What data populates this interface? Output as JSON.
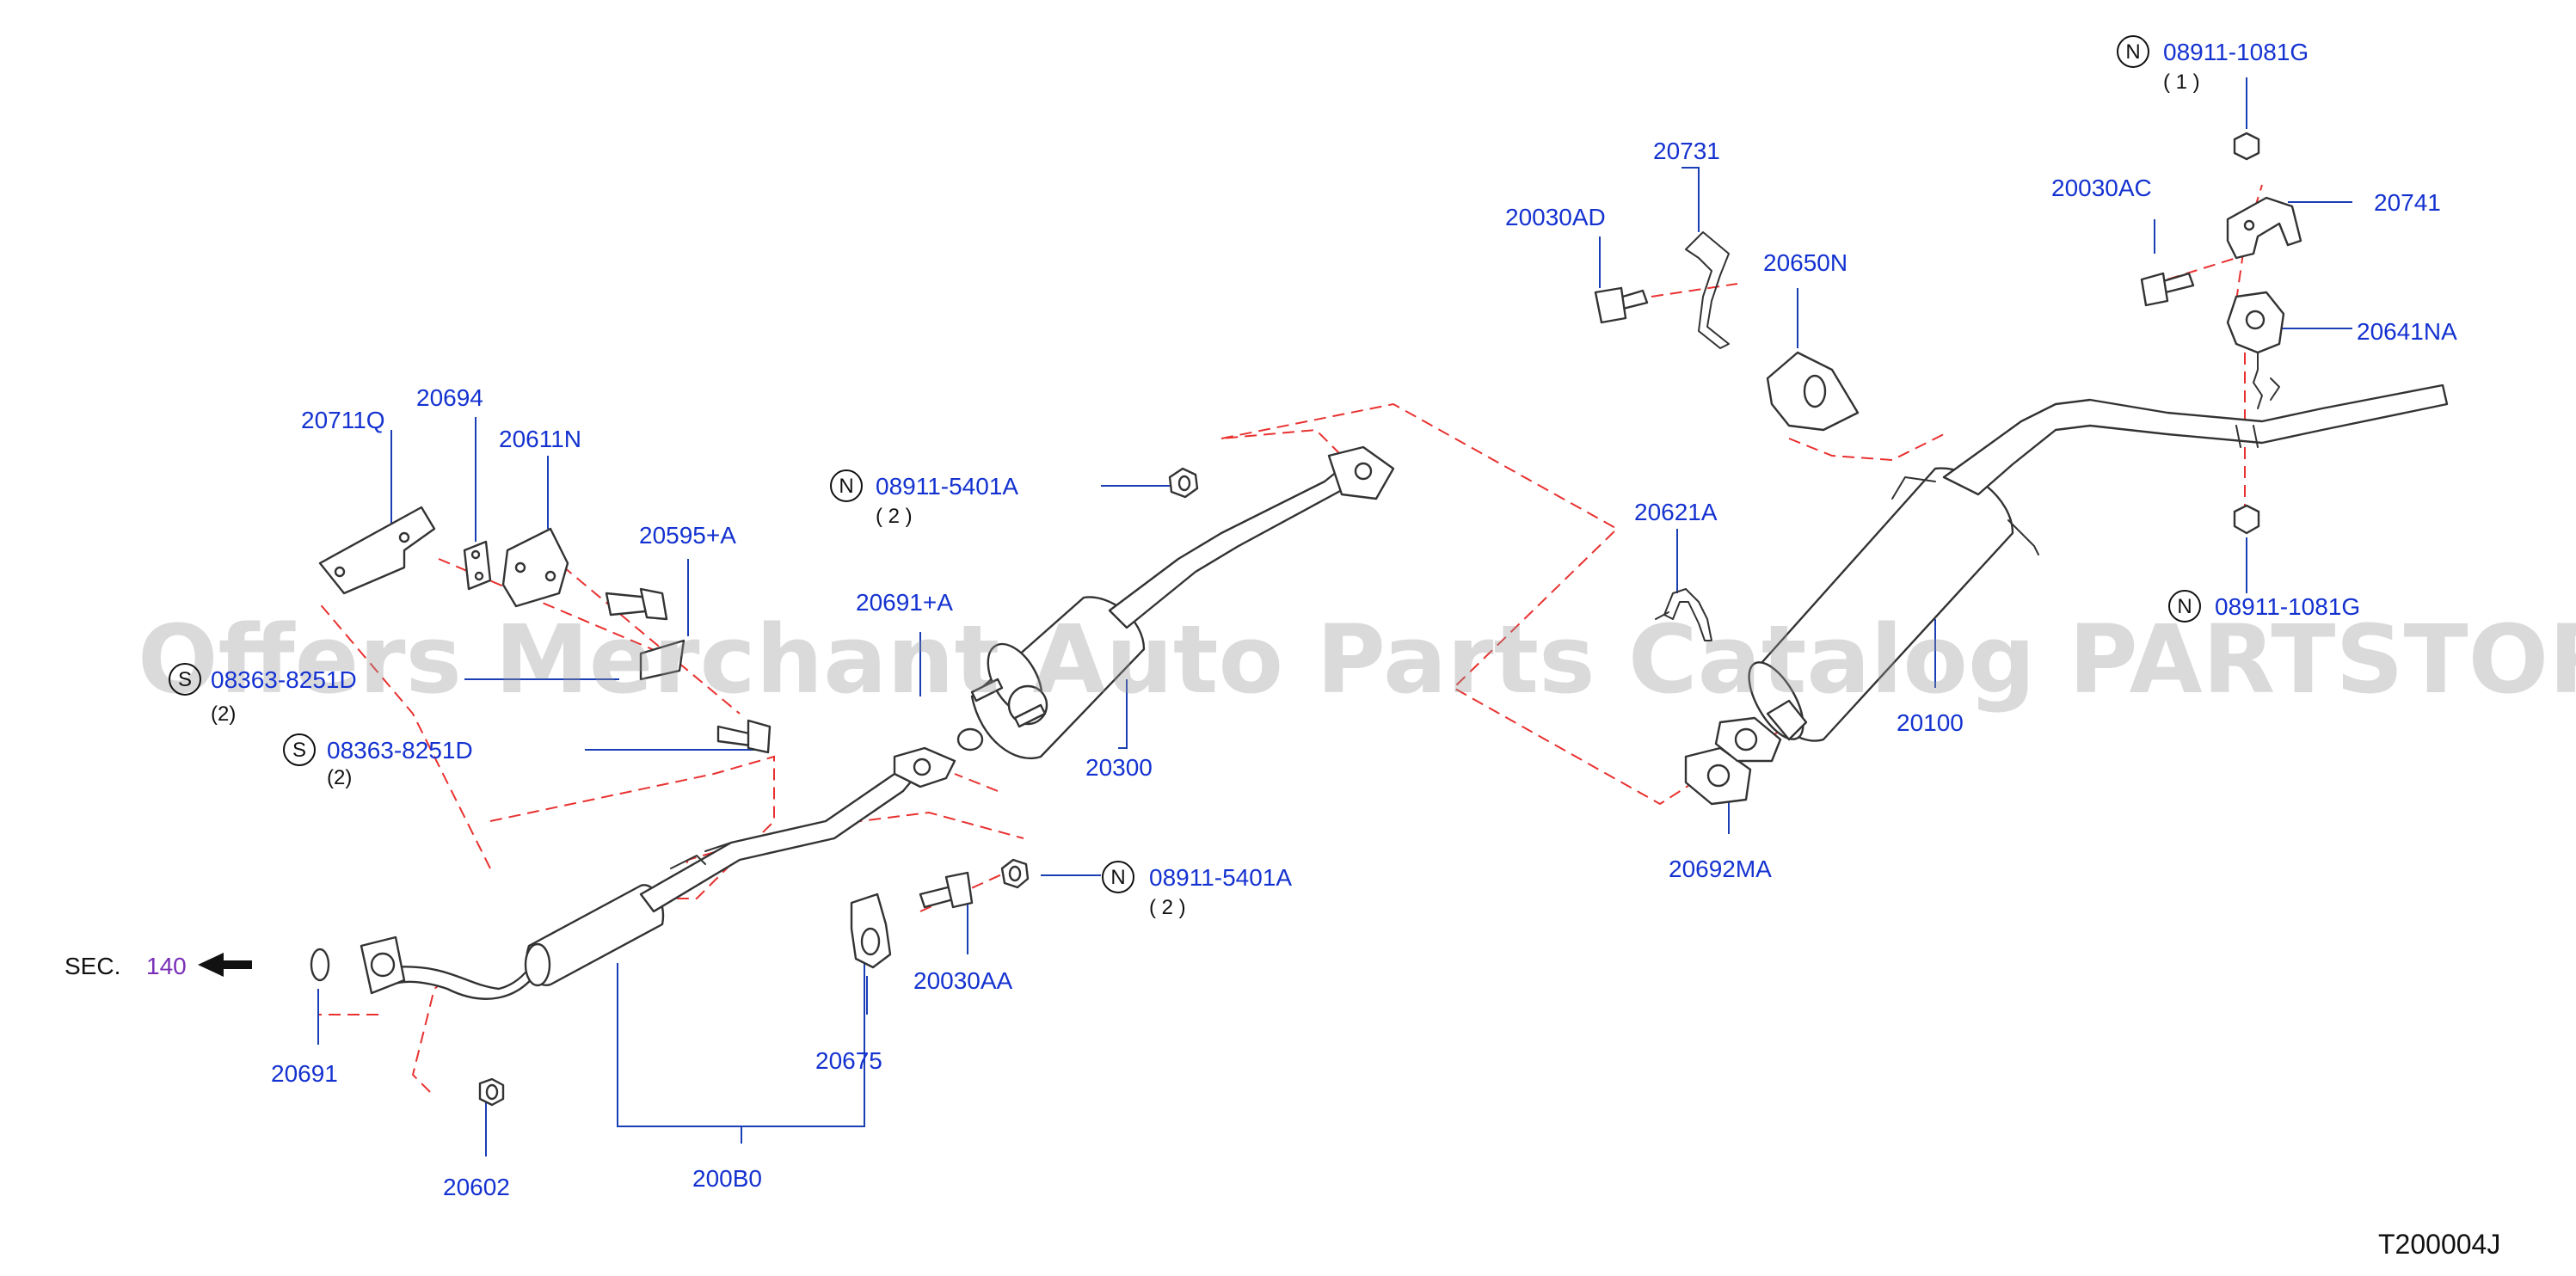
{
  "diagram_code": "T200004J",
  "watermark": "Offers Merchant Auto Parts Catalog PARTSTORE.SA",
  "section_ref": {
    "prefix": "SEC.",
    "number": "140"
  },
  "callouts": [
    {
      "id": "20711Q",
      "text": "20711Q"
    },
    {
      "id": "20694",
      "text": "20694"
    },
    {
      "id": "20611N",
      "text": "20611N"
    },
    {
      "id": "20595A",
      "text": "20595+A"
    },
    {
      "id": "s1",
      "symbol": "S",
      "text": "08363-8251D",
      "qty": "(2)"
    },
    {
      "id": "s2",
      "symbol": "S",
      "text": "08363-8251D",
      "qty": "(2)"
    },
    {
      "id": "n1",
      "symbol": "N",
      "text": "08911-5401A",
      "qty": "( 2 )"
    },
    {
      "id": "20691A",
      "text": "20691+A"
    },
    {
      "id": "20300",
      "text": "20300"
    },
    {
      "id": "n2",
      "symbol": "N",
      "text": "08911-5401A",
      "qty": "( 2 )"
    },
    {
      "id": "20030AA",
      "text": "20030AA"
    },
    {
      "id": "20675",
      "text": "20675"
    },
    {
      "id": "20691",
      "text": "20691"
    },
    {
      "id": "20602",
      "text": "20602"
    },
    {
      "id": "200B0",
      "text": "200B0"
    },
    {
      "id": "20731",
      "text": "20731"
    },
    {
      "id": "20030AD",
      "text": "20030AD"
    },
    {
      "id": "20650N",
      "text": "20650N"
    },
    {
      "id": "20621A",
      "text": "20621A"
    },
    {
      "id": "20100",
      "text": "20100"
    },
    {
      "id": "20692MA",
      "text": "20692MA"
    },
    {
      "id": "n3",
      "symbol": "N",
      "text": "08911-1081G",
      "qty": "( 1 )"
    },
    {
      "id": "20030AC",
      "text": "20030AC"
    },
    {
      "id": "20741",
      "text": "20741"
    },
    {
      "id": "20641NA",
      "text": "20641NA"
    },
    {
      "id": "n4",
      "symbol": "N",
      "text": "08911-1081G"
    }
  ]
}
